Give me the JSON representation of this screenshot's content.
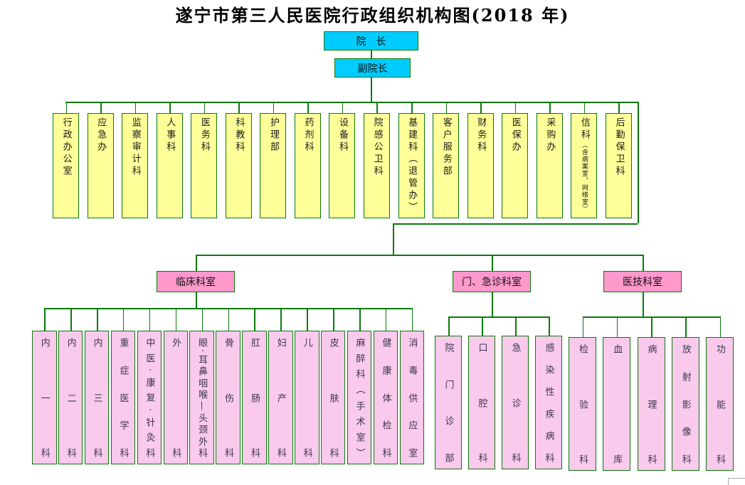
{
  "title": "遂宁市第三人民医院行政组织机构图(2018 年)",
  "top": {
    "director": "院　长",
    "deputy": "副院长"
  },
  "admin_departments": [
    {
      "label": "行政办公室",
      "sub": ""
    },
    {
      "label": "应急办",
      "sub": ""
    },
    {
      "label": "监察审计科",
      "sub": ""
    },
    {
      "label": "人事科",
      "sub": ""
    },
    {
      "label": "医务科",
      "sub": ""
    },
    {
      "label": "科教科",
      "sub": ""
    },
    {
      "label": "护理部",
      "sub": ""
    },
    {
      "label": "药剂科",
      "sub": ""
    },
    {
      "label": "设备科",
      "sub": ""
    },
    {
      "label": "院感公卫科",
      "sub": ""
    },
    {
      "label": "基建科（退管办）",
      "sub": ""
    },
    {
      "label": "客户服务部",
      "sub": ""
    },
    {
      "label": "财务科",
      "sub": ""
    },
    {
      "label": "医保办",
      "sub": ""
    },
    {
      "label": "采购办",
      "sub": ""
    },
    {
      "label": "信科",
      "sub": "（含病案室、网络室）"
    },
    {
      "label": "后勤保卫科",
      "sub": ""
    }
  ],
  "groups": [
    {
      "header": "临床科室",
      "items": [
        "内一科",
        "内二科",
        "内三科",
        "重症医学科",
        "中医·康复·针灸科",
        "外科",
        "眼·耳鼻咽喉—头颈外科",
        "骨伤科",
        "肛肠科",
        "妇产科",
        "儿科",
        "皮肤科",
        "麻醉科（手术室）",
        "健康体检科",
        "消毒供应室"
      ]
    },
    {
      "header": "门、急诊科室",
      "items": [
        "院门诊部",
        "口腔科",
        "急诊科",
        "感染性疾病科"
      ]
    },
    {
      "header": "医技科室",
      "items": [
        "检验科",
        "血库",
        "病理科",
        "放射影像科",
        "功能科"
      ]
    }
  ],
  "colors": {
    "top_box_fill": "#00CCFF",
    "admin_box_fill": "#FFFF99",
    "group_header_fill": "#FF99CC",
    "dept_column_fill": "#F9CAEC",
    "line_and_border": "#0a7a0a",
    "background": "#FFFFFF"
  }
}
